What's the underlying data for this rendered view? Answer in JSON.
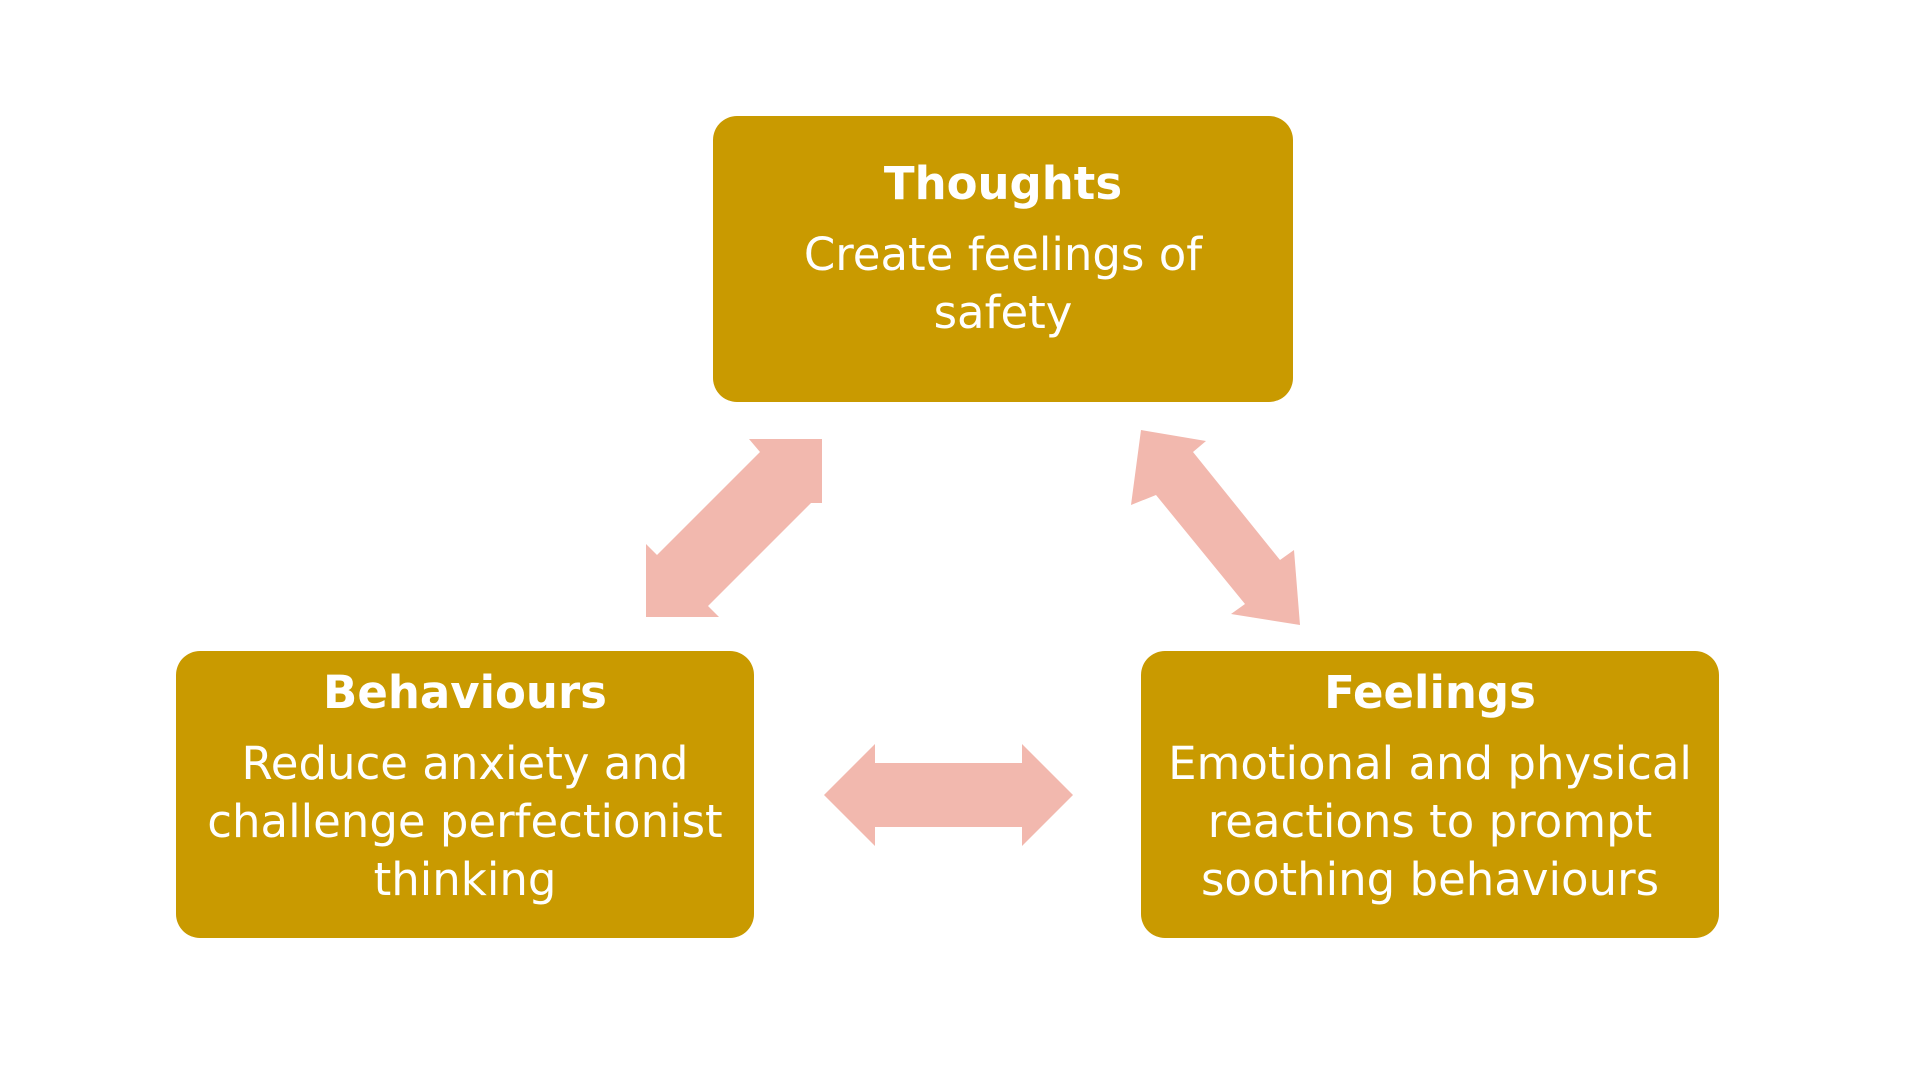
{
  "colors": {
    "box_fill": "#C99A00",
    "box_text": "#FFFFFF",
    "arrow_fill": "#F2B8AE",
    "background": "#FFFFFF"
  },
  "nodes": {
    "thoughts": {
      "title": "Thoughts",
      "line1": "Create feelings of",
      "line2": "safety"
    },
    "behaviours": {
      "title": "Behaviours",
      "line1": "Reduce anxiety and",
      "line2": "challenge perfectionist",
      "line3": "thinking"
    },
    "feelings": {
      "title": "Feelings",
      "line1": "Emotional and physical",
      "line2": "reactions to prompt",
      "line3": "soothing behaviours"
    }
  },
  "arrows": [
    {
      "from": "thoughts",
      "to": "behaviours",
      "type": "bidirectional"
    },
    {
      "from": "thoughts",
      "to": "feelings",
      "type": "bidirectional"
    },
    {
      "from": "behaviours",
      "to": "feelings",
      "type": "bidirectional"
    }
  ]
}
